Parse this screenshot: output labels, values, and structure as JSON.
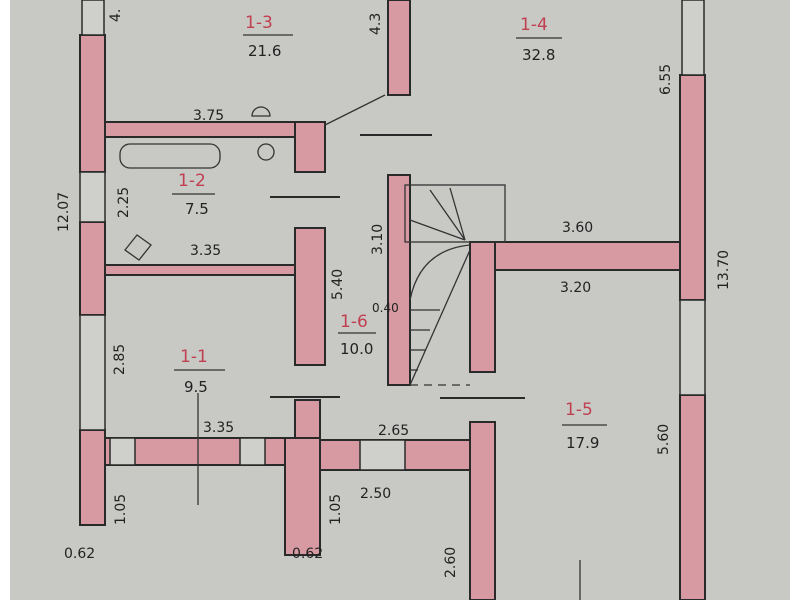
{
  "rooms": [
    {
      "id": "1-3",
      "area": "21.6"
    },
    {
      "id": "1-4",
      "area": "32.8"
    },
    {
      "id": "1-2",
      "area": "7.5"
    },
    {
      "id": "1-6",
      "area": "10.0"
    },
    {
      "id": "1-1",
      "area": "9.5"
    },
    {
      "id": "1-5",
      "area": "17.9"
    }
  ],
  "dimensions": {
    "d_4top": "4.",
    "d_43": "4.3",
    "d_655": "6.55",
    "d_375": "3.75",
    "d_1207": "12.07",
    "d_225": "2.25",
    "d_335a": "3.35",
    "d_540": "5.40",
    "d_310": "3.10",
    "d_360": "3.60",
    "d_1370": "13.70",
    "d_320": "3.20",
    "d_040": "0.40",
    "d_285": "2.85",
    "d_335b": "3.35",
    "d_265": "2.65",
    "d_560": "5.60",
    "d_105a": "1.05",
    "d_105b": "1.05",
    "d_250": "2.50",
    "d_062a": "0.62",
    "d_062b": "0.62",
    "d_260": "2.60"
  },
  "colors": {
    "wall": "#d79aa3",
    "paper": "#c8c8c5"
  }
}
